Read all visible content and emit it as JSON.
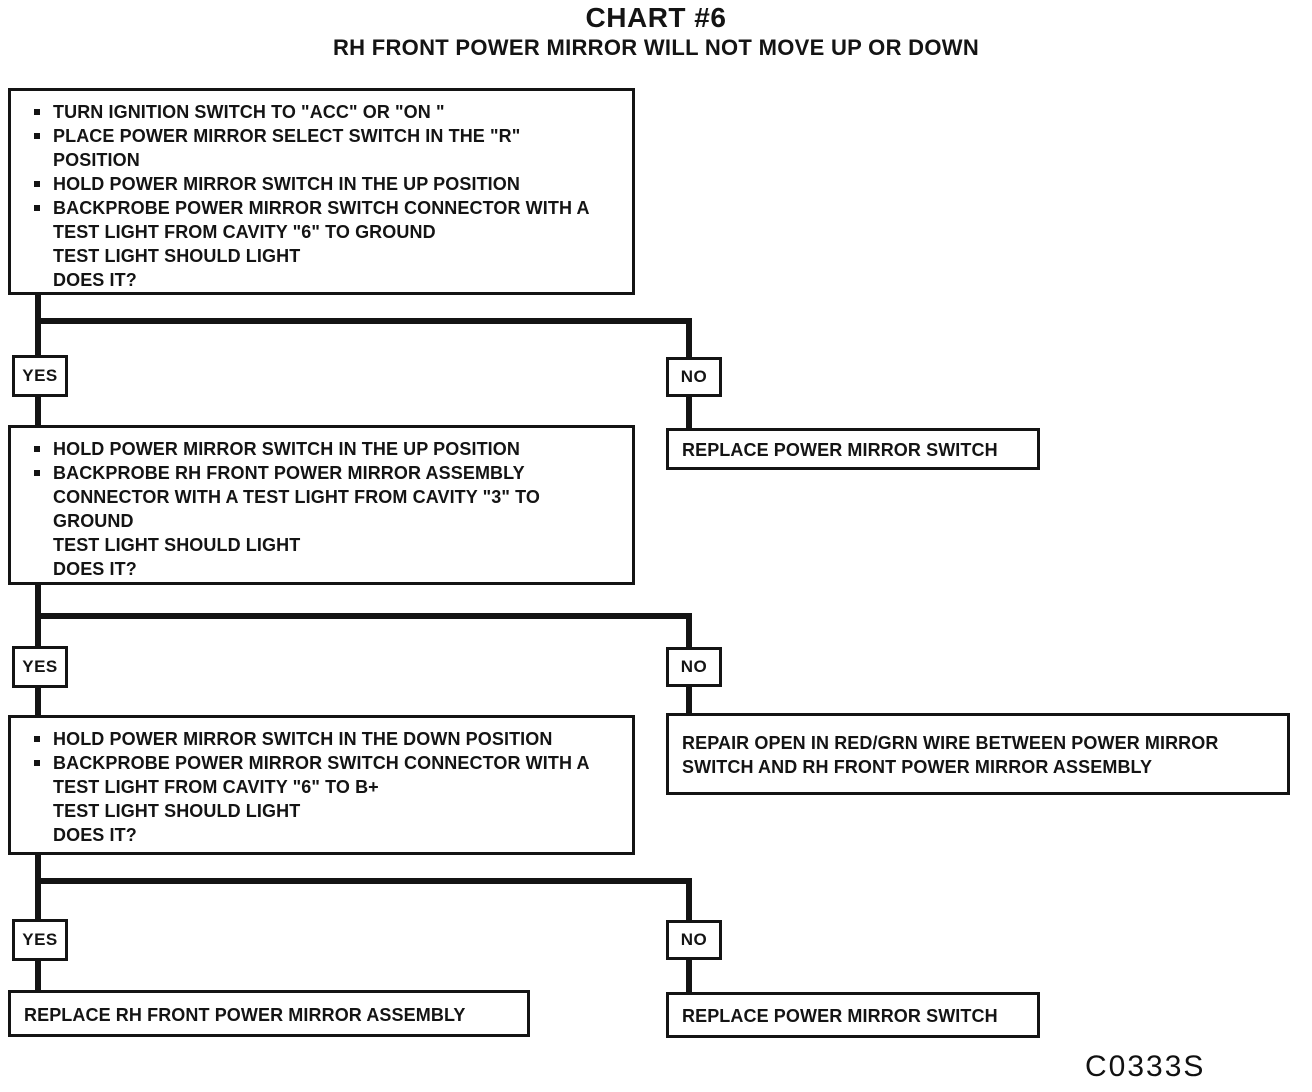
{
  "page": {
    "title": "CHART #6",
    "subtitle": "RH FRONT POWER MIRROR WILL NOT MOVE UP OR DOWN",
    "figure_code": "C0333S"
  },
  "flowchart": {
    "decision1": {
      "lines": [
        {
          "bullet": true,
          "text": "TURN IGNITION SWITCH TO \"ACC\" OR \"ON \""
        },
        {
          "bullet": true,
          "text": "PLACE POWER MIRROR SELECT SWITCH IN THE \"R\" POSITION"
        },
        {
          "bullet": true,
          "text": "HOLD POWER MIRROR SWITCH IN THE UP POSITION"
        },
        {
          "bullet": true,
          "text": "BACKPROBE POWER MIRROR SWITCH CONNECTOR WITH A TEST LIGHT FROM CAVITY \"6\" TO GROUND"
        },
        {
          "bullet": false,
          "text": "TEST LIGHT SHOULD LIGHT"
        },
        {
          "bullet": false,
          "text": "DOES IT?"
        }
      ]
    },
    "branch1": {
      "yes_label": "YES",
      "no_label": "NO",
      "no_action": "REPLACE POWER MIRROR SWITCH"
    },
    "decision2": {
      "lines": [
        {
          "bullet": true,
          "text": "HOLD POWER MIRROR SWITCH IN THE UP POSITION"
        },
        {
          "bullet": true,
          "text": "BACKPROBE RH FRONT POWER MIRROR ASSEMBLY CONNECTOR WITH A TEST LIGHT FROM CAVITY \"3\" TO GROUND"
        },
        {
          "bullet": false,
          "text": "TEST LIGHT SHOULD LIGHT"
        },
        {
          "bullet": false,
          "text": "DOES IT?"
        }
      ]
    },
    "branch2": {
      "yes_label": "YES",
      "no_label": "NO",
      "no_action": "REPAIR OPEN IN RED/GRN WIRE BETWEEN POWER MIRROR SWITCH AND RH FRONT POWER MIRROR ASSEMBLY"
    },
    "decision3": {
      "lines": [
        {
          "bullet": true,
          "text": "HOLD POWER MIRROR SWITCH IN THE DOWN POSITION"
        },
        {
          "bullet": true,
          "text": "BACKPROBE POWER MIRROR SWITCH CONNECTOR WITH A TEST LIGHT FROM CAVITY \"6\" TO B+"
        },
        {
          "bullet": false,
          "text": "TEST LIGHT SHOULD LIGHT"
        },
        {
          "bullet": false,
          "text": "DOES IT?"
        }
      ]
    },
    "branch3": {
      "yes_label": "YES",
      "no_label": "NO",
      "yes_action": "REPLACE RH FRONT POWER MIRROR ASSEMBLY",
      "no_action": "REPLACE POWER MIRROR SWITCH"
    }
  }
}
